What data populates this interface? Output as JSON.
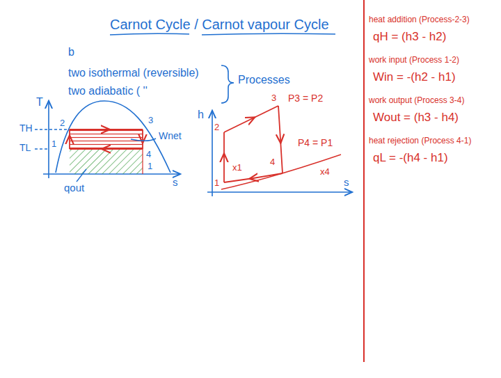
{
  "diagram": {
    "title": "Carnot Cycle / Carnot vapour Cycle",
    "labels": [
      "b",
      "two isothermal (reversible)",
      "two adiabatic ( ''",
      "Processes",
      "T",
      "TH",
      "TL",
      "2",
      "3",
      "1",
      "4",
      "1",
      "s",
      "Wnet",
      "qout",
      "h",
      "3",
      "P3 = P2",
      "2",
      "P4 = P1",
      "4",
      "x4",
      "1",
      "x1",
      "s",
      "heat addition (Process-2-3)",
      "qH = (h3 - h2)",
      "work input (Process 1-2)",
      "Win = -(h2 - h1)",
      "work output (Process 3-4)",
      "Wout = (h3 - h4)",
      "heat rejection (Process 4-1)",
      "qL = -(h4 - h1)"
    ]
  }
}
